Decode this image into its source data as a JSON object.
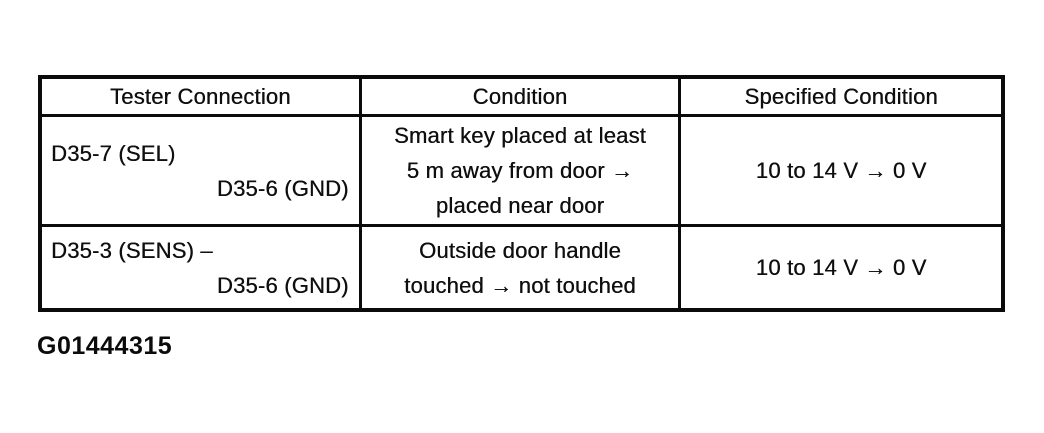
{
  "page": {
    "background": "#ffffff",
    "ink_color": "#0b0b0b"
  },
  "figure_code": "G01444315",
  "table": {
    "headers": [
      "Tester Connection",
      "Condition",
      "Specified Condition"
    ],
    "rows": [
      {
        "tester_connection": [
          "D35-7 (SEL)",
          "D35-6 (GND)"
        ],
        "condition_lines": [
          "Smart key placed at least",
          "5 m away from door →",
          "placed near door"
        ],
        "condition_full": "Smart key placed at least 5 m away from door → placed near door",
        "specified_condition": "10 to 14 V → 0 V"
      },
      {
        "tester_connection": [
          "D35-3 (SENS) –",
          "D35-6 (GND)"
        ],
        "condition_lines": [
          "Outside door handle",
          "touched → not touched"
        ],
        "condition_full": "Outside door handle touched → not touched",
        "specified_condition": "10 to 14 V → 0 V"
      }
    ]
  }
}
